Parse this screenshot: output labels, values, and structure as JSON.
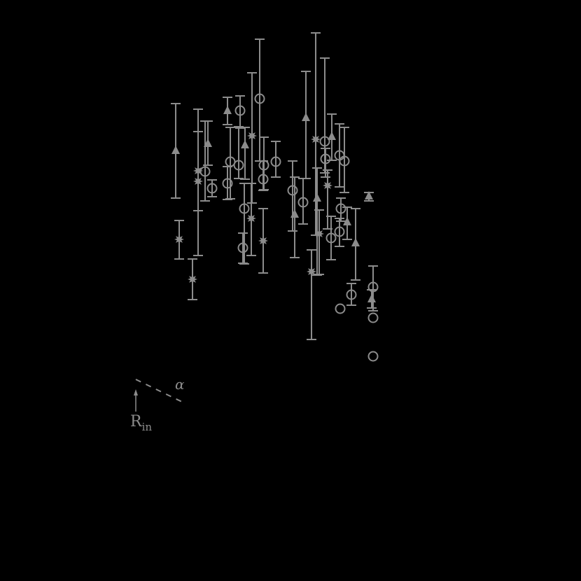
{
  "chart_data": {
    "type": "scatter",
    "title": "",
    "xlabel": "",
    "ylabel": "",
    "grid": false,
    "legend": null,
    "note": "Axes, ticks and labels are not visible (rendered black on black). Values below are pixel coordinates (x, y, y_err_top, y_err_bottom) read from the image.",
    "colors": {
      "marker": "#8c8c8c",
      "background": "#000000"
    },
    "series": [
      {
        "name": "circles",
        "marker": "open-circle",
        "points": [
          {
            "x": 371,
            "y": 141,
            "top": 56,
            "bot": 230
          },
          {
            "x": 343,
            "y": 158,
            "top": 137,
            "bot": 183
          },
          {
            "x": 293,
            "y": 245,
            "top": 173,
            "bot": 287
          },
          {
            "x": 303,
            "y": 269,
            "top": 257,
            "bot": 281
          },
          {
            "x": 329,
            "y": 231,
            "top": 182,
            "bot": 284
          },
          {
            "x": 325,
            "y": 262,
            "top": 238,
            "bot": 285
          },
          {
            "x": 341,
            "y": 236,
            "top": 181,
            "bot": 255
          },
          {
            "x": 349,
            "y": 298,
            "top": 262,
            "bot": 377
          },
          {
            "x": 347,
            "y": 354,
            "top": 333,
            "bot": 376
          },
          {
            "x": 377,
            "y": 236,
            "top": 196,
            "bot": 271
          },
          {
            "x": 376,
            "y": 256,
            "top": 230,
            "bot": 272
          },
          {
            "x": 394,
            "y": 231,
            "top": 202,
            "bot": 253
          },
          {
            "x": 418,
            "y": 272,
            "top": 230,
            "bot": 330
          },
          {
            "x": 433,
            "y": 289,
            "top": 255,
            "bot": 320
          },
          {
            "x": 464,
            "y": 202,
            "top": 83,
            "bot": 247
          },
          {
            "x": 465,
            "y": 227,
            "top": 212,
            "bot": 253
          },
          {
            "x": 485,
            "y": 222,
            "top": 177,
            "bot": 267
          },
          {
            "x": 492,
            "y": 230,
            "top": 182,
            "bot": 275
          },
          {
            "x": 487,
            "y": 298,
            "top": 283,
            "bot": 316
          },
          {
            "x": 485,
            "y": 331,
            "top": 312,
            "bot": 352
          },
          {
            "x": 473,
            "y": 340,
            "top": 309,
            "bot": 371
          },
          {
            "x": 502,
            "y": 421,
            "top": 405,
            "bot": 436
          },
          {
            "x": 533,
            "y": 410,
            "top": 380,
            "bot": 444
          },
          {
            "x": 486,
            "y": 441,
            "top": null,
            "bot": null
          },
          {
            "x": 533,
            "y": 454,
            "top": null,
            "bot": null
          },
          {
            "x": 533,
            "y": 509,
            "top": null,
            "bot": null
          }
        ]
      },
      {
        "name": "triangles",
        "marker": "filled-triangle",
        "points": [
          {
            "x": 251,
            "y": 215,
            "top": 148,
            "bot": 283
          },
          {
            "x": 325,
            "y": 158,
            "top": 139,
            "bot": 178
          },
          {
            "x": 297,
            "y": 205,
            "top": 173,
            "bot": 236
          },
          {
            "x": 350,
            "y": 207,
            "top": 182,
            "bot": 256
          },
          {
            "x": 437,
            "y": 168,
            "top": 102,
            "bot": 255
          },
          {
            "x": 474,
            "y": 195,
            "top": 163,
            "bot": 229
          },
          {
            "x": 453,
            "y": 283,
            "top": 240,
            "bot": 393
          },
          {
            "x": 421,
            "y": 306,
            "top": 253,
            "bot": 368
          },
          {
            "x": 496,
            "y": 317,
            "top": 296,
            "bot": 342
          },
          {
            "x": 508,
            "y": 347,
            "top": 298,
            "bot": 400
          },
          {
            "x": 527,
            "y": 280,
            "top": 275,
            "bot": 287
          },
          {
            "x": 531,
            "y": 427,
            "top": 414,
            "bot": 440
          }
        ]
      },
      {
        "name": "stars",
        "marker": "filled-star",
        "points": [
          {
            "x": 256,
            "y": 342,
            "top": 315,
            "bot": 370
          },
          {
            "x": 275,
            "y": 399,
            "top": 370,
            "bot": 428
          },
          {
            "x": 283,
            "y": 244,
            "top": 156,
            "bot": 365
          },
          {
            "x": 283,
            "y": 259,
            "top": 188,
            "bot": 301
          },
          {
            "x": 360,
            "y": 194,
            "top": 104,
            "bot": 290
          },
          {
            "x": 359,
            "y": 312,
            "top": 262,
            "bot": 365
          },
          {
            "x": 376,
            "y": 344,
            "top": 298,
            "bot": 390
          },
          {
            "x": 451,
            "y": 199,
            "top": 47,
            "bot": 336
          },
          {
            "x": 468,
            "y": 265,
            "top": 243,
            "bot": 327
          },
          {
            "x": 456,
            "y": 334,
            "top": 300,
            "bot": 392
          },
          {
            "x": 445,
            "y": 388,
            "top": 357,
            "bot": 485
          }
        ]
      }
    ],
    "annotations": [
      {
        "text": "α",
        "x": 258,
        "y": 550
      },
      {
        "text": "R",
        "subscript": "in",
        "x": 203,
        "y": 605,
        "arrow": {
          "x1": 194,
          "y1": 588,
          "x2": 194,
          "y2": 556
        }
      },
      {
        "type": "dashed-line",
        "x1": 194,
        "y1": 542,
        "x2": 264,
        "y2": 576
      }
    ]
  },
  "labels": {
    "alpha": "α",
    "rin_main": "R",
    "rin_sub": "in"
  }
}
